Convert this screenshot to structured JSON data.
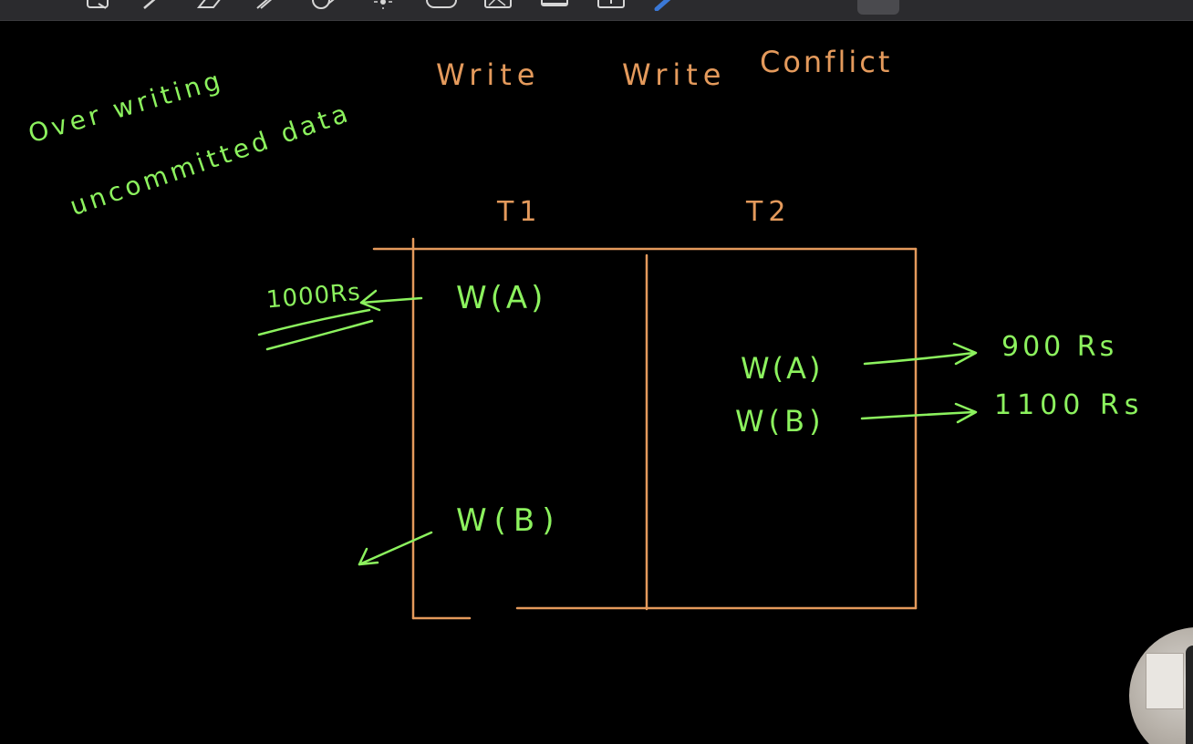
{
  "toolbar": {
    "tools": [
      {
        "name": "lasso-select",
        "icon": "lasso-icon"
      },
      {
        "name": "pen",
        "icon": "pen-icon"
      },
      {
        "name": "eraser",
        "icon": "eraser-icon"
      },
      {
        "name": "highlighter",
        "icon": "highlighter-icon"
      },
      {
        "name": "shapes",
        "icon": "shapes-icon"
      },
      {
        "name": "laser-pointer",
        "icon": "laser-icon"
      },
      {
        "name": "text",
        "icon": "text-icon"
      },
      {
        "name": "image",
        "icon": "image-icon"
      },
      {
        "name": "camera",
        "icon": "camera-icon"
      },
      {
        "name": "add-page",
        "icon": "add-page-icon"
      },
      {
        "name": "pen-color",
        "icon": "pen-color-icon"
      }
    ]
  },
  "notes": {
    "title_part1": "Write",
    "title_part2": "Write",
    "title_part3": "Conflict",
    "side_note_line1": "Over writing",
    "side_note_line2": "uncommitted data",
    "col_t1": "T1",
    "col_t2": "T2",
    "t1_op1": "W(A)",
    "t1_op2": "W(B)",
    "t2_op1": "W(A)",
    "t2_op2": "W(B)",
    "value_left": "1000Rs",
    "value_a": "900 Rs",
    "value_b": "1100 Rs"
  },
  "colors": {
    "orange_ink": "#e49a5c",
    "green_ink": "#8cf25e",
    "background": "#000000",
    "toolbar": "#2b2b2e"
  }
}
